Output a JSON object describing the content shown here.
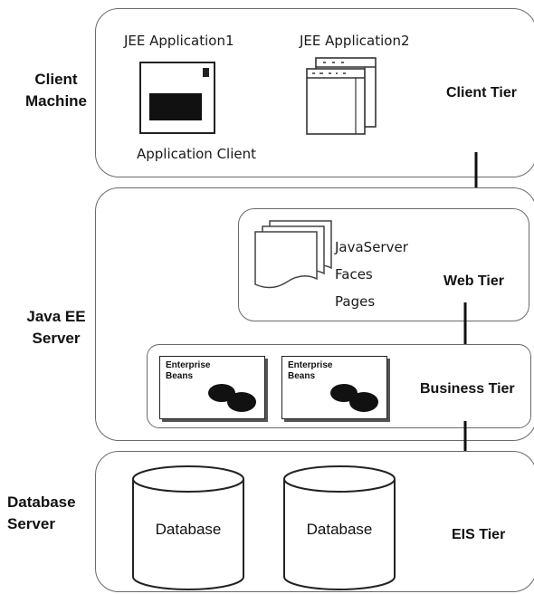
{
  "client_machine": {
    "label_line1": "Client",
    "label_line2": "Machine",
    "app1_label": "JEE Application1",
    "app2_label": "JEE Application2",
    "app_client_label": "Application Client",
    "tier_label": "Client Tier"
  },
  "java_ee_server": {
    "label_line1": "Java EE",
    "label_line2": "Server",
    "web_tier": {
      "jsf_line1": "JavaServer",
      "jsf_line2": "Faces",
      "jsf_line3": "Pages",
      "tier_label": "Web Tier"
    },
    "business_tier": {
      "bean1_line1": "Enterprise",
      "bean1_line2": "Beans",
      "bean2_line1": "Enterprise",
      "bean2_line2": "Beans",
      "tier_label": "Business Tier"
    }
  },
  "database_server": {
    "label_line1": "Database",
    "label_line2": "Server",
    "db1_label": "Database",
    "db2_label": "Database",
    "tier_label": "EIS Tier"
  }
}
